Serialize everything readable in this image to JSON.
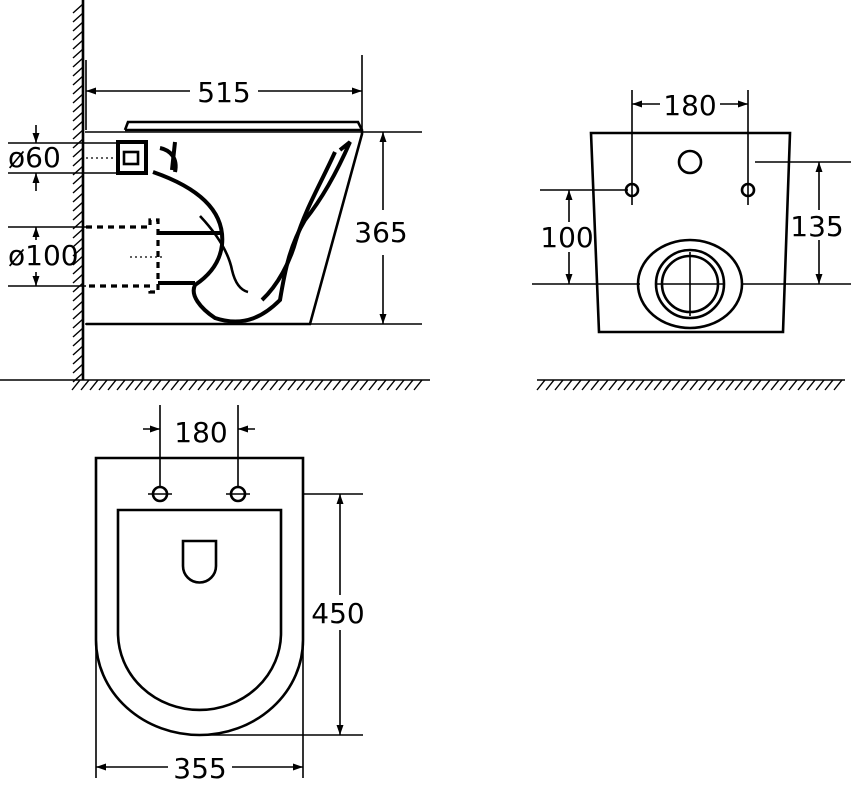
{
  "side_view": {
    "depth_label": "515",
    "height_label": "365",
    "inlet_diameter_label": "ø60",
    "outlet_diameter_label": "ø100"
  },
  "back_view": {
    "bolt_spacing_label": "180",
    "outlet_height_label": "100",
    "inlet_height_label": "135"
  },
  "top_view": {
    "bolt_spacing_label": "180",
    "length_label": "450",
    "width_label": "355"
  }
}
